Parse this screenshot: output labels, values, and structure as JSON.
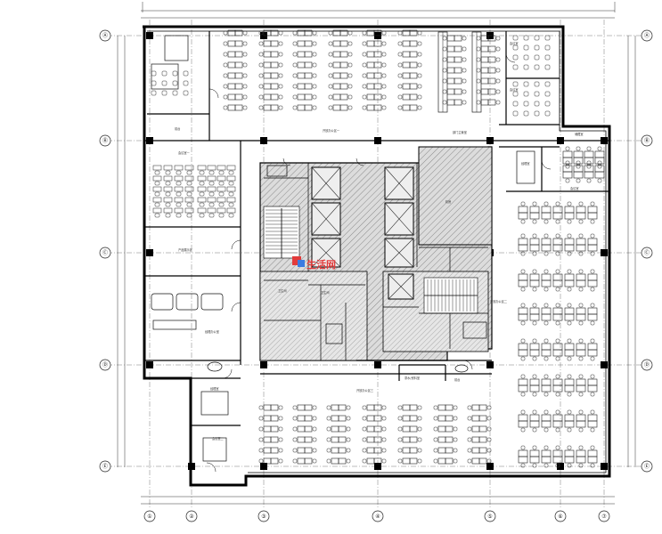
{
  "axes": {
    "bottom": [
      "①",
      "②",
      "③",
      "④",
      "⑤",
      "⑥",
      "⑦"
    ],
    "left": [
      "Ⓐ",
      "Ⓑ",
      "Ⓒ",
      "Ⓓ",
      "Ⓔ"
    ],
    "right": [
      "Ⓐ",
      "Ⓑ",
      "Ⓒ",
      "Ⓓ",
      "Ⓔ"
    ]
  },
  "watermark": {
    "text": "生活网",
    "colors": [
      "#e23b3b",
      "#3b7be2",
      "#f0b400"
    ]
  },
  "colors": {
    "line": "#111111",
    "hatch": "#888888",
    "core_fill": "#d9d9d9",
    "wall": "#000000"
  }
}
